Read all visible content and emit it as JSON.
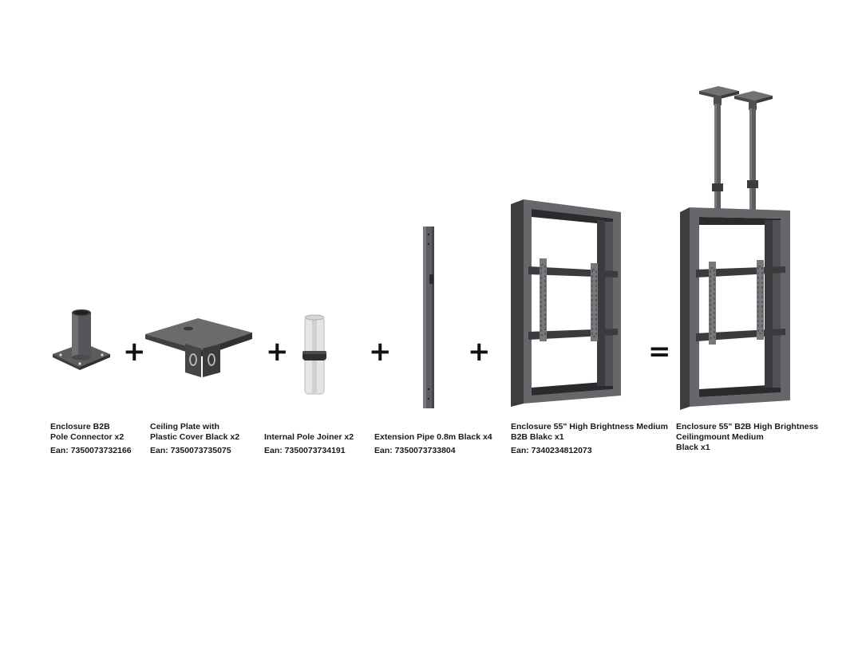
{
  "items": [
    {
      "name_lines": [
        "Enclosure B2B",
        "Pole Connector x2"
      ],
      "ean": "Ean: 7350073732166"
    },
    {
      "name_lines": [
        "Ceiling Plate with",
        "Plastic Cover Black x2"
      ],
      "ean": "Ean: 7350073735075"
    },
    {
      "name_lines": [
        "Internal Pole Joiner x2"
      ],
      "ean": "Ean: 7350073734191"
    },
    {
      "name_lines": [
        "Extension Pipe 0.8m Black x4"
      ],
      "ean": "Ean: 7350073733804"
    },
    {
      "name_lines": [
        "Enclosure 55\" High Brightness Medium",
        "B2B Blakc x1"
      ],
      "ean": "Ean: 7340234812073"
    },
    {
      "name_lines": [
        "Enclosure 55\" B2B High Brightness",
        "Ceilingmount Medium",
        "Black x1"
      ],
      "ean": ""
    }
  ],
  "operators": {
    "plus": "+",
    "equals": "="
  },
  "colors": {
    "metal_dark": "#4a4b4d",
    "metal_mid": "#6b6c6e",
    "metal_light": "#8d8e90",
    "silver": "#e6e7e9"
  }
}
